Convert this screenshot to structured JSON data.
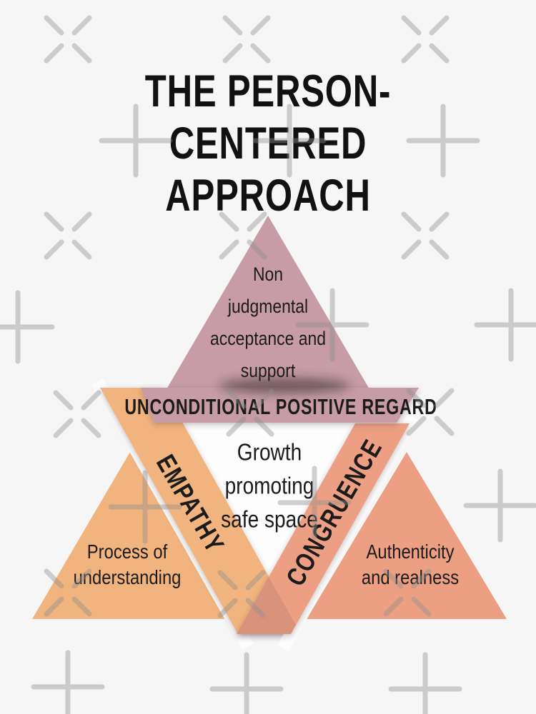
{
  "title": {
    "line1": "THE PERSON-CENTERED",
    "line2": "APPROACH"
  },
  "colors": {
    "background": "#f7f6f6",
    "inner_white": "#fdfdfe",
    "gap_white": "#fcfcfd",
    "mauve": "#c79ca6",
    "orange": "#f2b47e",
    "salmon": "#ed9f83",
    "overlap": "#d9937d",
    "text": "#1b1b1b",
    "title_text": "#111111"
  },
  "watermark": {
    "color": "#8f8f8f"
  },
  "diagram": {
    "top_triangle": {
      "label": "Non\njudgmental\nacceptance and\nsupport"
    },
    "band": {
      "label": "UNCONDITIONAL POSITIVE REGARD"
    },
    "left_band": {
      "label": "EMPATHY"
    },
    "right_band": {
      "label": "CONGRUENCE"
    },
    "center": {
      "label": "Growth\npromoting\nsafe space"
    },
    "left_triangle": {
      "label": "Process of\nunderstanding"
    },
    "right_triangle": {
      "label": "Authenticity\nand realness"
    }
  }
}
